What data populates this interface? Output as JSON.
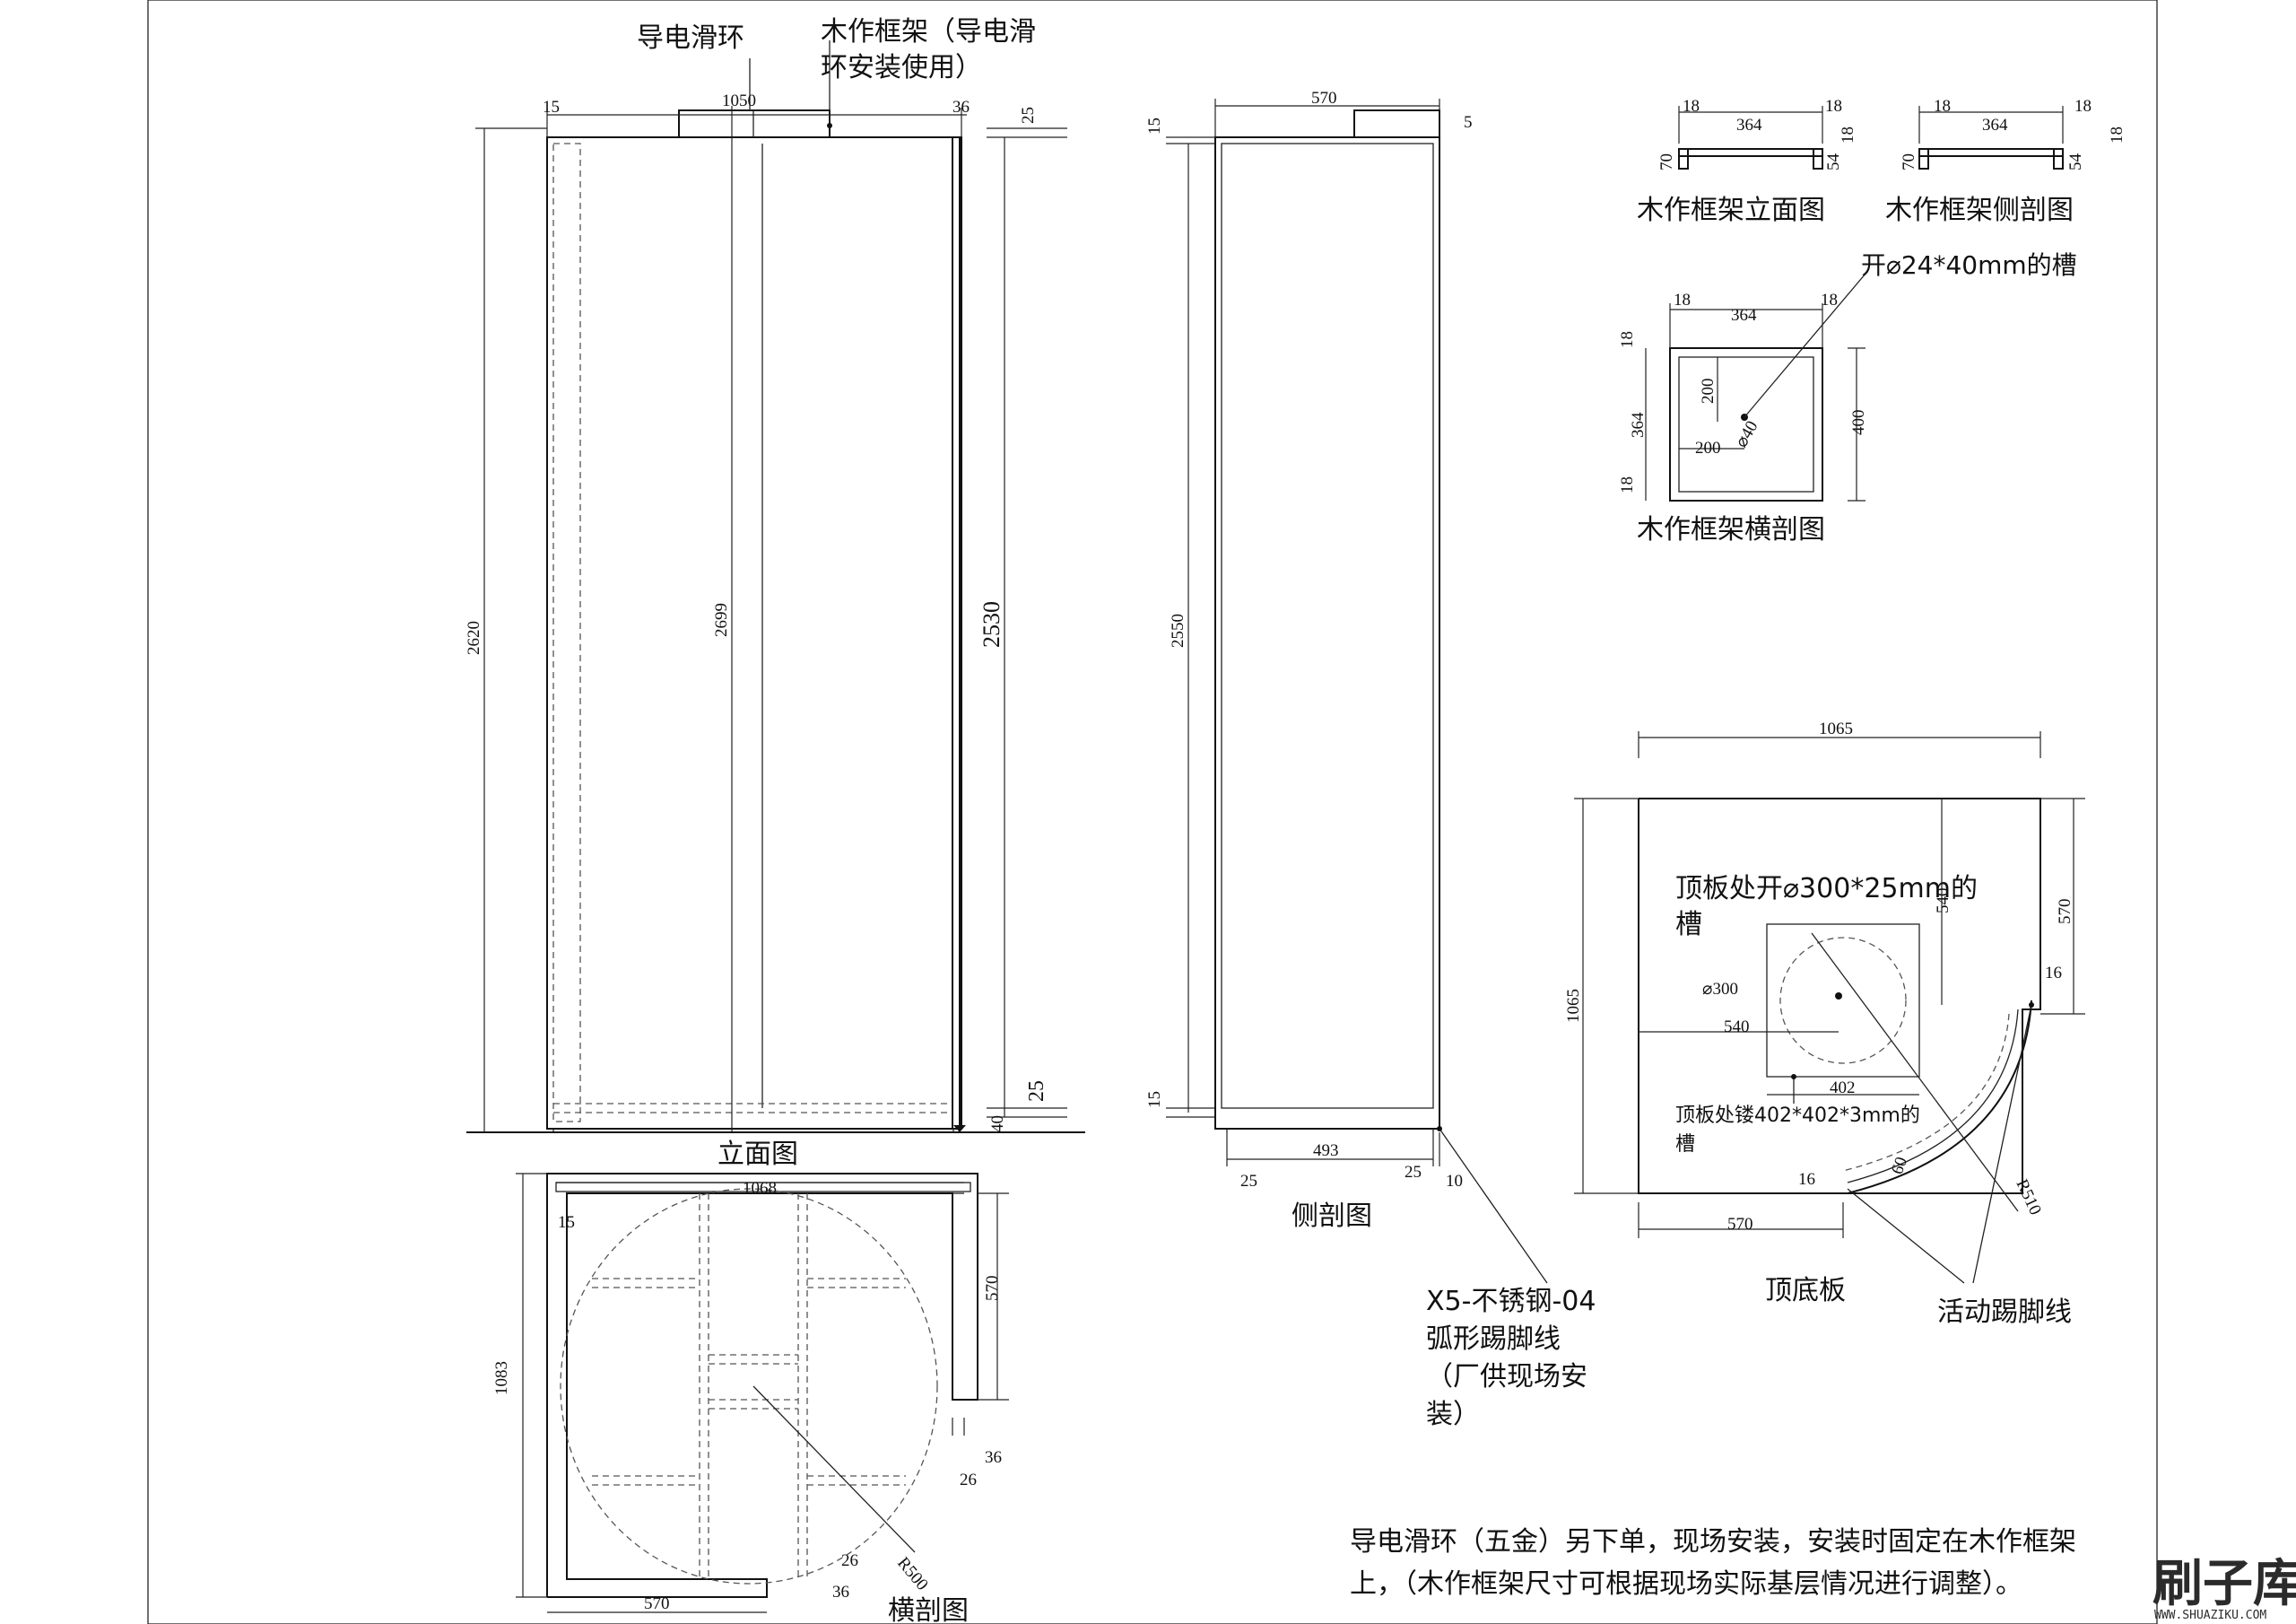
{
  "labels": {
    "slip_ring": "导电滑环",
    "wood_frame_1": "木作框架（导电滑",
    "wood_frame_2": "环安装使用）",
    "elevation": "立面图",
    "side_section": "侧剖图",
    "cross_section": "横剖图",
    "top_bottom_board": "顶底板",
    "frame_elevation": "木作框架立面图",
    "frame_side_section": "木作框架侧剖图",
    "frame_cross_section": "木作框架横剖图",
    "slot_small": "开⌀24*40mm的槽",
    "slot_top_1": "顶板处开⌀300*25mm的",
    "slot_top_2": "槽",
    "inlay_1": "顶板处镂402*402*3mm的",
    "inlay_2": "槽",
    "skirting_1": "X5-不锈钢-04",
    "skirting_2": "弧形踢脚线",
    "skirting_3": "（厂供现场安",
    "skirting_4": "装）",
    "movable_skirting": "活动踢脚线",
    "note_1": "导电滑环（五金）另下单，现场安装，安装时固定在木作框架",
    "note_2": "上，（木作框架尺寸可根据现场实际基层情况进行调整）。"
  },
  "dims": {
    "e_15": "15",
    "e_1050": "1050",
    "e_36": "36",
    "e_25a": "25",
    "e_2620": "2620",
    "e_2699": "2699",
    "e_2530": "2530",
    "e_25b": "25",
    "e_40": "40",
    "s_570": "570",
    "s_15a": "15",
    "s_5": "5",
    "s_2550": "2550",
    "s_15b": "15",
    "s_493": "493",
    "s_25a": "25",
    "s_25b": "25",
    "s_10": "10",
    "c_1068": "1068",
    "c_15": "15",
    "c_570a": "570",
    "c_1083": "1083",
    "c_36a": "36",
    "c_26a": "26",
    "c_r500": "R500",
    "c_26b": "26",
    "c_36b": "36",
    "c_570b": "570",
    "f_18a": "18",
    "f_364a": "364",
    "f_18b": "18",
    "f_70a": "70",
    "f_18c": "18",
    "f_54a": "54",
    "f_18d": "18",
    "f_364b": "364",
    "f_18e": "18",
    "f_70b": "70",
    "f_18f": "18",
    "f_54b": "54",
    "x_18a": "18",
    "x_364a": "364",
    "x_18b": "18",
    "x_18c": "18",
    "x_364b": "364",
    "x_200a": "200",
    "x_200b": "200",
    "x_18d": "18",
    "x_400": "400",
    "x_phi": "⌀40",
    "t_1065a": "1065",
    "t_1065b": "1065",
    "t_570a": "570",
    "t_540a": "540",
    "t_phi300": "⌀300",
    "t_540b": "540",
    "t_402": "402",
    "t_16a": "16",
    "t_16b": "16",
    "t_60": "60",
    "t_r510": "R510",
    "t_570b": "570"
  },
  "watermark": {
    "title": "刷子库",
    "url": "WWW.SHUAZIKU.COM"
  },
  "colors": {
    "line": "#111111",
    "dashed": "#555555",
    "background": "#ffffff"
  }
}
